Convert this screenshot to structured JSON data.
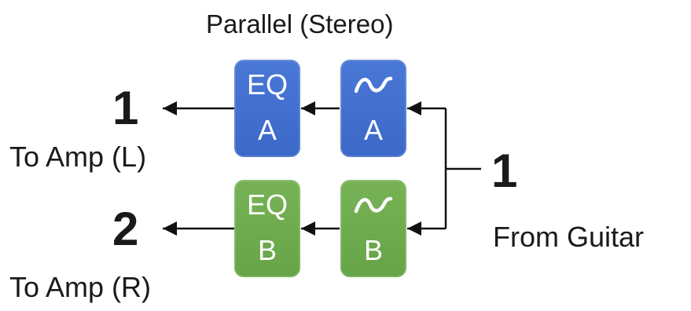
{
  "title": "Parallel (Stereo)",
  "input": {
    "number": "1",
    "label": "From Guitar"
  },
  "outputs": [
    {
      "number": "1",
      "label": "To Amp (L)"
    },
    {
      "number": "2",
      "label": "To Amp (R)"
    }
  ],
  "paths": [
    {
      "eq_top": "EQ",
      "eq_bottom": "A",
      "fx_bottom": "A",
      "color": "#3f6dcc"
    },
    {
      "eq_top": "EQ",
      "eq_bottom": "B",
      "fx_bottom": "B",
      "color": "#6aa84f"
    }
  ],
  "icons": {
    "fx": "wave-icon",
    "arrow": "arrowhead-icon"
  }
}
